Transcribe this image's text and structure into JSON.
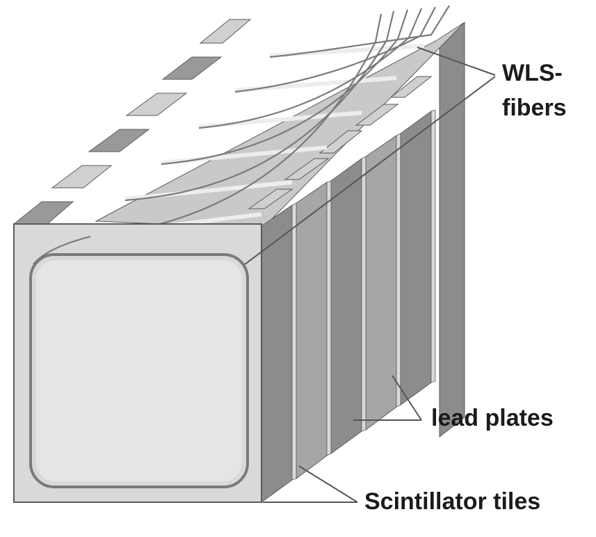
{
  "labels": {
    "wls_line1": "WLS-",
    "wls_line2": "fibers",
    "lead_plates": "lead plates",
    "scintillator_tiles": "Scintillator tiles"
  },
  "colors": {
    "front_face": "#d9d9d9",
    "front_inner": "#e5e5e5",
    "tile_side": "#8c8c8c",
    "tile_side_light": "#a6a6a6",
    "top_surface": "#c9c9c9",
    "tab_light": "#d0d0d0",
    "tab_dark": "#999999",
    "edge": "#5a5a5a",
    "fiber": "#7a7a7a",
    "fiber_light": "#ededed",
    "leader": "#555555",
    "text": "#1b1b1b"
  }
}
